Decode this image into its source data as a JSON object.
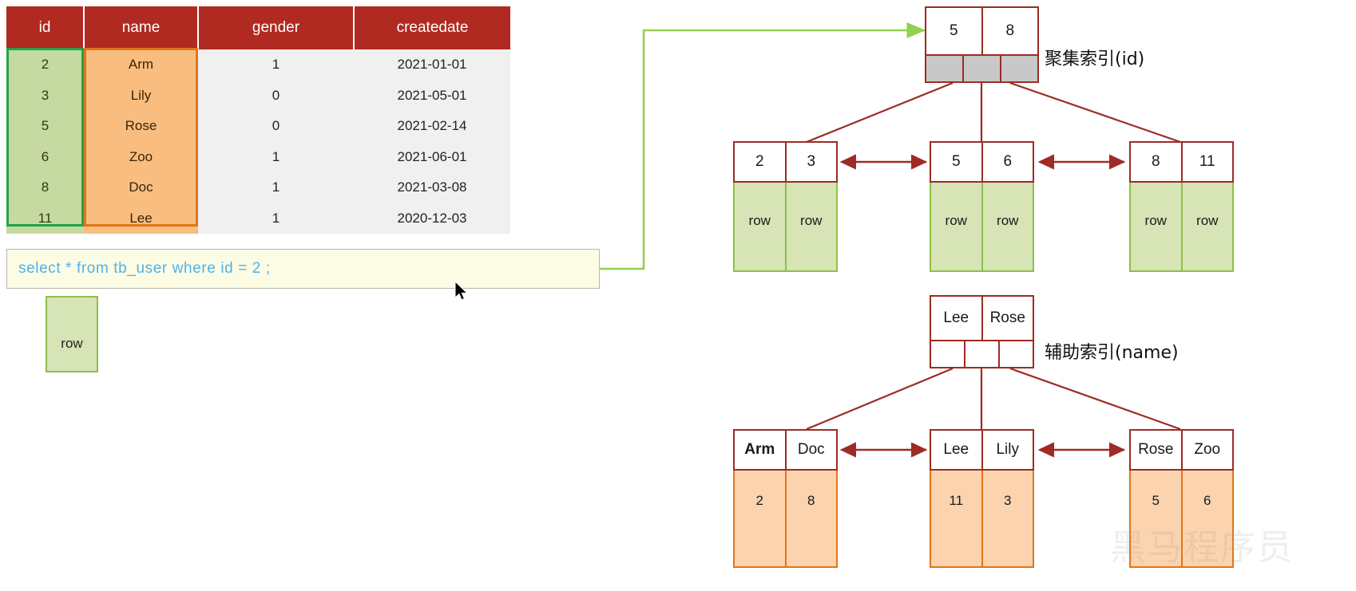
{
  "table": {
    "columns": [
      "id",
      "name",
      "gender",
      "createdate"
    ],
    "rows": [
      {
        "id": "2",
        "name": "Arm",
        "gender": "1",
        "createdate": "2021-01-01"
      },
      {
        "id": "3",
        "name": "Lily",
        "gender": "0",
        "createdate": "2021-05-01"
      },
      {
        "id": "5",
        "name": "Rose",
        "gender": "0",
        "createdate": "2021-02-14"
      },
      {
        "id": "6",
        "name": "Zoo",
        "gender": "1",
        "createdate": "2021-06-01"
      },
      {
        "id": "8",
        "name": "Doc",
        "gender": "1",
        "createdate": "2021-03-08"
      },
      {
        "id": "11",
        "name": "Lee",
        "gender": "1",
        "createdate": "2020-12-03"
      }
    ],
    "header_color": "#b02a21",
    "id_highlight_color": "#22a34a",
    "name_highlight_color": "#e0761b"
  },
  "sql": {
    "statement": "select * from tb_user where id = 2 ;",
    "text_color": "#4db2ec",
    "background": "#fcfbe3"
  },
  "standalone_row": {
    "label": "row"
  },
  "clustered_index": {
    "label": "聚集索引(id)",
    "root": {
      "keys": [
        "5",
        "8"
      ],
      "pointer_cells": 3,
      "pointer_fill": "#c8c8c8"
    },
    "leaves": [
      {
        "keys": [
          "2",
          "3"
        ],
        "values": [
          "row",
          "row"
        ]
      },
      {
        "keys": [
          "5",
          "6"
        ],
        "values": [
          "row",
          "row"
        ]
      },
      {
        "keys": [
          "8",
          "11"
        ],
        "values": [
          "row",
          "row"
        ]
      }
    ]
  },
  "secondary_index": {
    "label": "辅助索引(name)",
    "root": {
      "keys": [
        "Lee",
        "Rose"
      ],
      "pointer_cells": 3,
      "pointer_fill": "#ffffff"
    },
    "leaves": [
      {
        "keys": [
          "Arm",
          "Doc"
        ],
        "values": [
          "2",
          "8"
        ],
        "bold_first": true
      },
      {
        "keys": [
          "Lee",
          "Lily"
        ],
        "values": [
          "11",
          "3"
        ],
        "bold_first": false
      },
      {
        "keys": [
          "Rose",
          "Zoo"
        ],
        "values": [
          "5",
          "6"
        ],
        "bold_first": false
      }
    ]
  },
  "watermark": {
    "text": "黑马程序员"
  },
  "colors": {
    "node_border": "#9e2b25",
    "green_fill": "#d6e4b6",
    "green_border": "#8fbf4a",
    "orange_fill": "#fbd3ae",
    "orange_border": "#e0761b",
    "arrow_green": "#92d050"
  }
}
